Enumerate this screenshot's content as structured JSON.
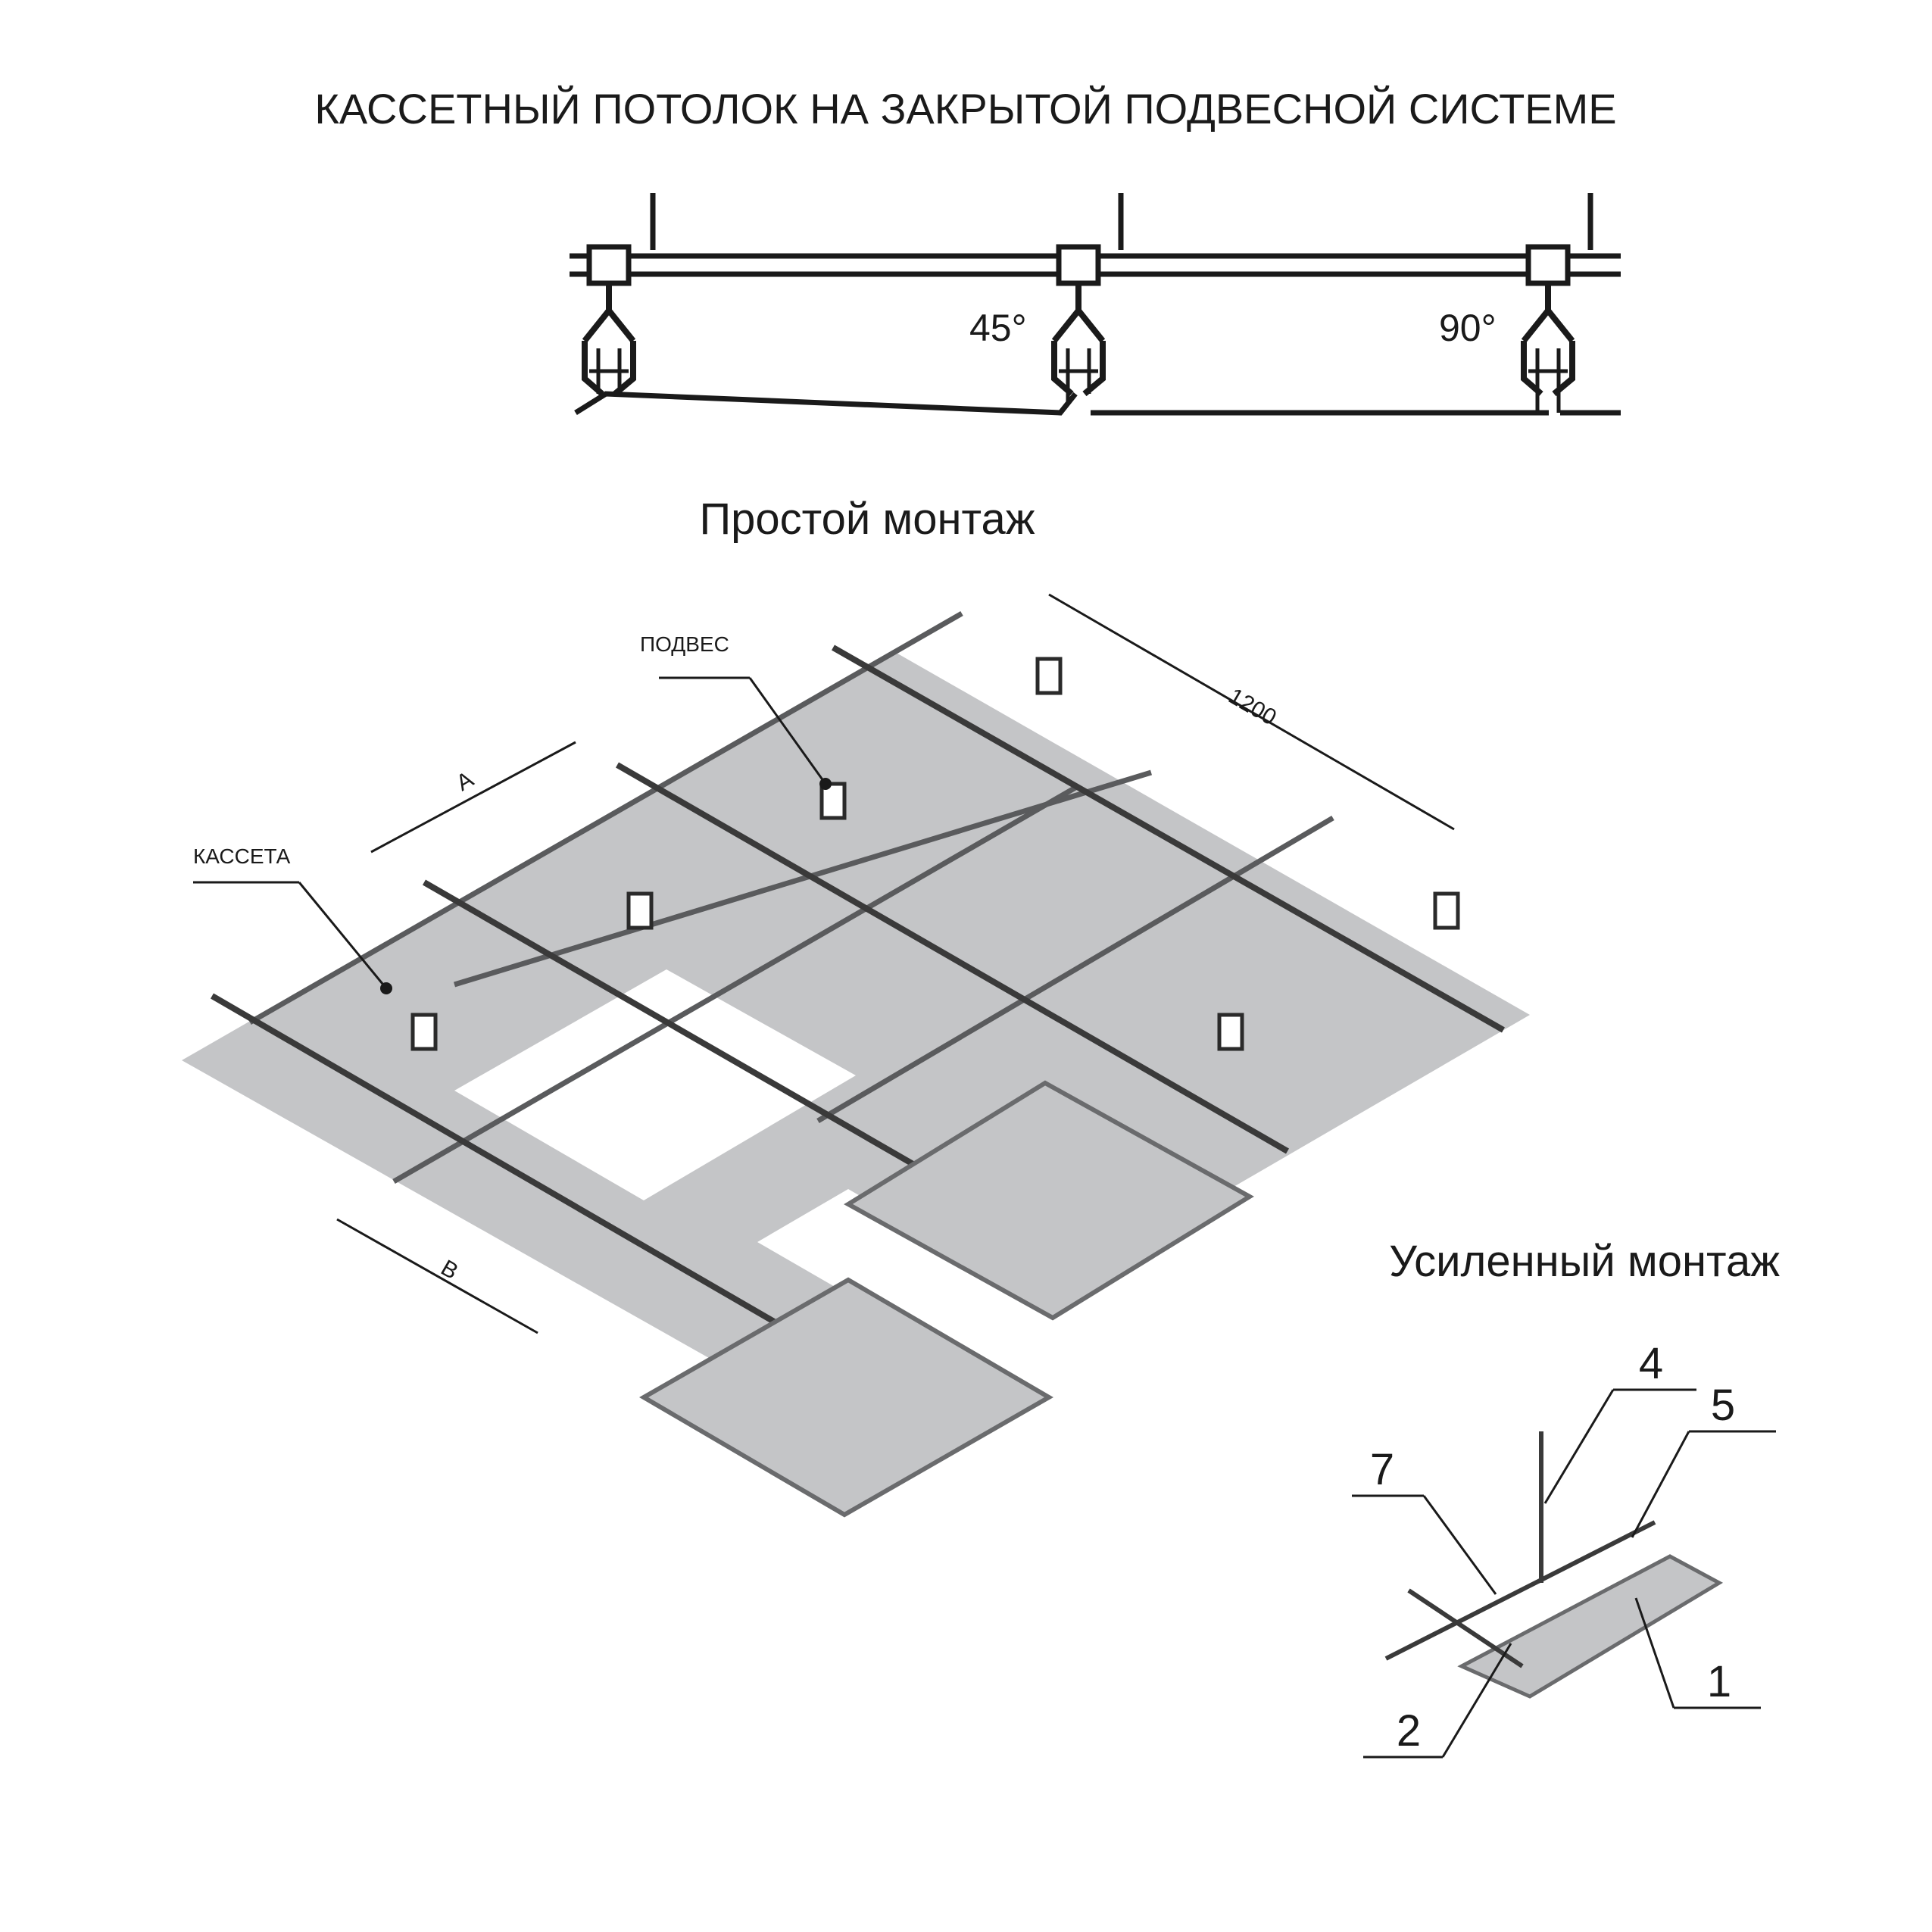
{
  "title": "КАССЕТНЫЙ ПОТОЛОК НА ЗАКРЫТОЙ ПОДВЕСНОЙ СИСТЕМЕ",
  "profile_section": {
    "angle_left": "45°",
    "angle_right": "90°"
  },
  "simple_mount": {
    "heading": "Простой монтаж",
    "label_hanger": "ПОДВЕС",
    "label_cassette": "КАССЕТА",
    "dim_a": "A",
    "dim_b": "B",
    "dim_1200": "1200"
  },
  "reinforced_mount": {
    "heading": "Усиленный монтаж",
    "callouts": [
      "1",
      "2",
      "4",
      "5",
      "7"
    ]
  },
  "colors": {
    "panel": "#c4c5c7",
    "panel_edge": "#8a8b8d",
    "line": "#1a1a1a"
  }
}
